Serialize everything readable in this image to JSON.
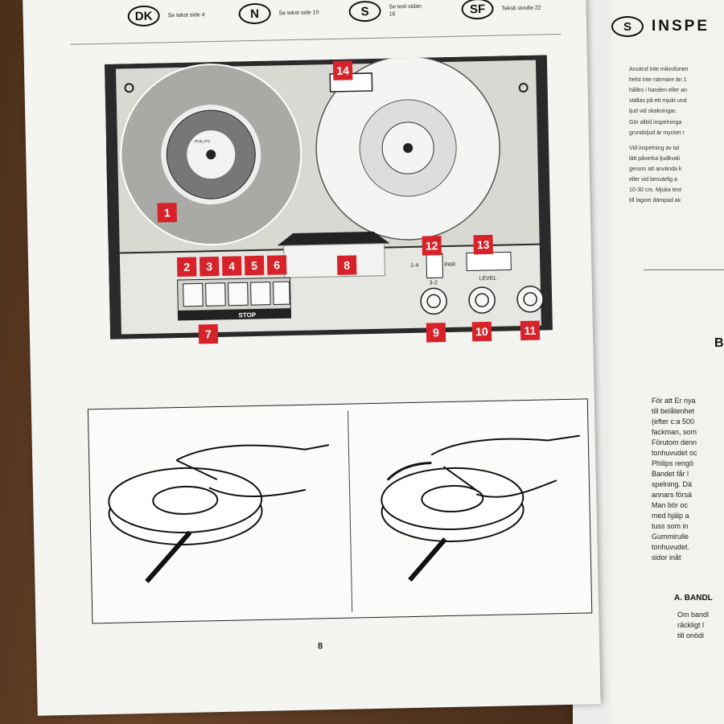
{
  "left_page": {
    "languages": [
      {
        "code": "DK",
        "text": "Se tekst side 4"
      },
      {
        "code": "N",
        "text": "Se tekst side 10"
      },
      {
        "code": "S",
        "text": "Se text sidan 16"
      },
      {
        "code": "SF",
        "text": "Teksti sivulla 22"
      }
    ],
    "callouts": [
      "1",
      "2",
      "3",
      "4",
      "5",
      "6",
      "7",
      "8",
      "9",
      "10",
      "11",
      "12",
      "13",
      "14"
    ],
    "labels": {
      "stop": "STOP",
      "level": "LEVEL",
      "brand": "PHILIPS",
      "tracks_a": "1-4",
      "tracks_b": "3-2",
      "par": "PAR"
    },
    "page_number": "8"
  },
  "right_page": {
    "lang_code": "S",
    "title": "INSPE",
    "para1": [
      "Använd inte mikrofonen",
      "helst inte närmare än 1",
      "hålles i handen eller an",
      "ställas på ett mjukt und",
      "ljud vid skakningar."
    ],
    "para2": [
      "Gör alltid inspelninga",
      "grundsljud är mycket r"
    ],
    "para3": [
      "Vid inspelning av tal",
      "lätt påverka ljudkvali",
      "genom att använda k",
      "eller vid besvärlig a",
      "10-30 cm. Mjuka text",
      "till lagom dämpad ak"
    ],
    "heading": "B",
    "para4": [
      "För att Er nya",
      "till belåtenhet",
      "(efter c:a 500",
      "fackman, som",
      "Förutom denn",
      "tonhuvudet oc",
      "Philips rengö",
      "Bandet får l",
      "spelning. Dä",
      "annars försä",
      "Man bör oc",
      "med hjälp a",
      "tuss som in",
      "Gummirulle",
      "tonhuvudet.",
      "sidor inåt"
    ],
    "subheading": "A. BANDL",
    "para5": [
      "Om bandl",
      "räckligt l",
      "till onödi"
    ]
  },
  "colors": {
    "callout": "#d8222a",
    "ink": "#111111",
    "paper": "#f4f4f1"
  }
}
